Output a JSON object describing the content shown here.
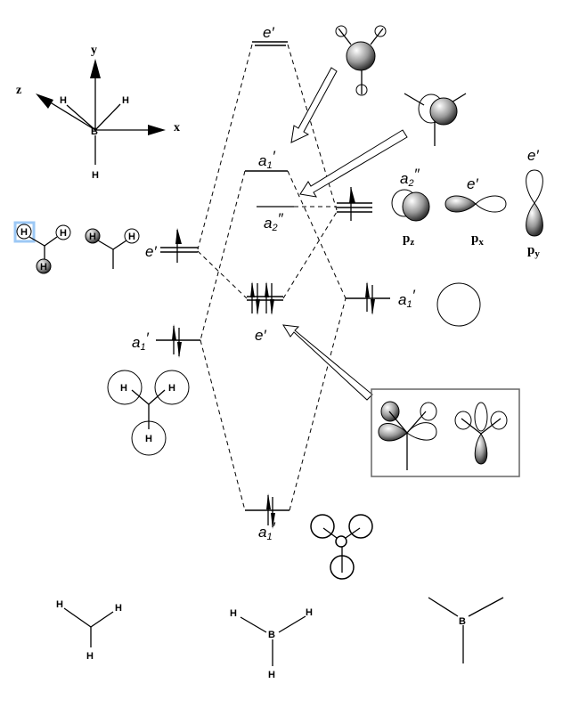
{
  "axes": {
    "x": "x",
    "y": "y",
    "z": "z",
    "center": "B",
    "h": "H"
  },
  "levels": {
    "e_antibonding": {
      "sym": "e",
      "prime": "′"
    },
    "a1_antibonding": {
      "sym": "a",
      "sub": "1",
      "prime": "′"
    },
    "a2_nonbonding": {
      "sym": "a",
      "sub": "2",
      "prime": "″"
    },
    "h_e": {
      "sym": "e",
      "prime": "′"
    },
    "e_bonding": {
      "sym": "e",
      "prime": "′"
    },
    "b_a1": {
      "sym": "a",
      "sub": "1",
      "prime": "′"
    },
    "h_a1": {
      "sym": "a",
      "sub": "1",
      "prime": "′"
    },
    "a1_bonding": {
      "sym": "a",
      "sub": "1",
      "prime": "′"
    }
  },
  "p_orbitals": {
    "pz": {
      "label": "p",
      "sub": "z",
      "sym": "a",
      "symsub": "2",
      "prime": "″"
    },
    "px": {
      "label": "p",
      "sub": "x",
      "sym": "e",
      "prime": "′"
    },
    "py": {
      "label": "p",
      "sub": "y",
      "sym": "e",
      "prime": "′"
    }
  },
  "atoms": {
    "H": "H",
    "B": "B"
  }
}
